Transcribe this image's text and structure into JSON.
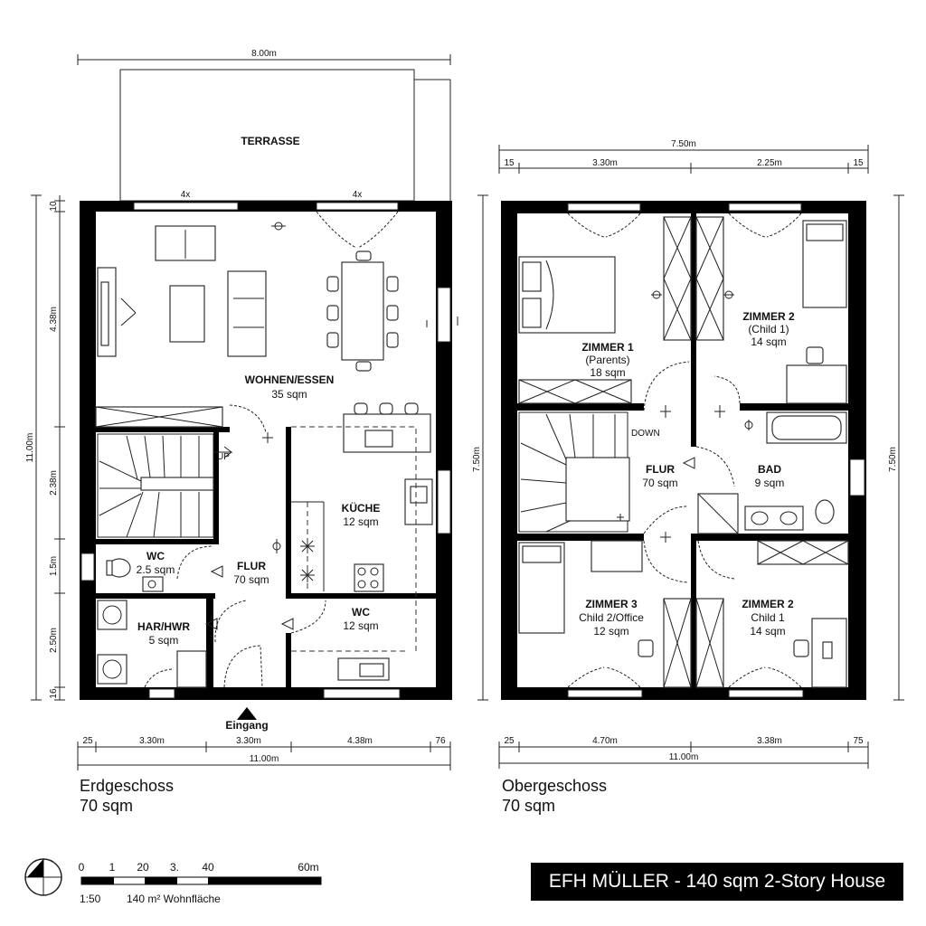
{
  "title_box": "EFH MÜLLER - 140 sqm 2-Story House",
  "ground_floor": {
    "name": "Erdgeschoss",
    "area": "70 sqm",
    "terrace": "TERRASSE",
    "top_dim": "8.00m",
    "window_counts": [
      "4x",
      "4x"
    ],
    "rooms": {
      "wohnen": {
        "name": "WOHNEN/ESSEN",
        "area": "35 sqm"
      },
      "kueche": {
        "name": "KÜCHE",
        "area": "12 sqm"
      },
      "wc1": {
        "name": "WC",
        "area": "2.5 sqm"
      },
      "flur": {
        "name": "FLUR",
        "area": "70 sqm"
      },
      "har": {
        "name": "HAR/HWR",
        "area": "5 sqm"
      },
      "wc2": {
        "name": "WC",
        "area": "12 sqm"
      }
    },
    "stair_label": "UP",
    "entrance": "Eingang",
    "left_dims": [
      "10",
      "4.38m",
      "2.38m",
      "1.5m",
      "2.50m",
      "16"
    ],
    "left_total": "11.00m",
    "bottom_dims": [
      "25",
      "3.30m",
      "3.30m",
      "4.38m",
      "76"
    ],
    "bottom_total": "11.00m"
  },
  "upper_floor": {
    "name": "Obergeschoss",
    "area": "70 sqm",
    "top_total": "7.50m",
    "top_dims": [
      "15",
      "3.30m",
      "2.25m",
      "15"
    ],
    "rooms": {
      "zimmer1": {
        "name": "ZIMMER 1",
        "sub": "(Parents)",
        "area": "18 sqm"
      },
      "zimmer2a": {
        "name": "ZIMMER 2",
        "sub": "(Child 1)",
        "area": "14 sqm"
      },
      "flur": {
        "name": "FLUR",
        "area": "70 sqm"
      },
      "bad": {
        "name": "BAD",
        "area": "9 sqm"
      },
      "zimmer3": {
        "name": "ZIMMER 3",
        "sub": "Child 2/Office",
        "area": "12 sqm"
      },
      "zimmer2b": {
        "name": "ZIMMER 2",
        "sub": "Child 1",
        "area": "14 sqm"
      }
    },
    "stair_label": "DOWN",
    "left_dim": "7.50m",
    "right_dim": "7.50m",
    "bottom_dims": [
      "25",
      "4.70m",
      "3.38m",
      "75"
    ],
    "bottom_total": "11.00m"
  },
  "scale": {
    "ticks": [
      "0",
      "1",
      "20",
      "3.",
      "40",
      "60m"
    ],
    "ratio": "1:50",
    "note": "140 m² Wohnfläche"
  }
}
